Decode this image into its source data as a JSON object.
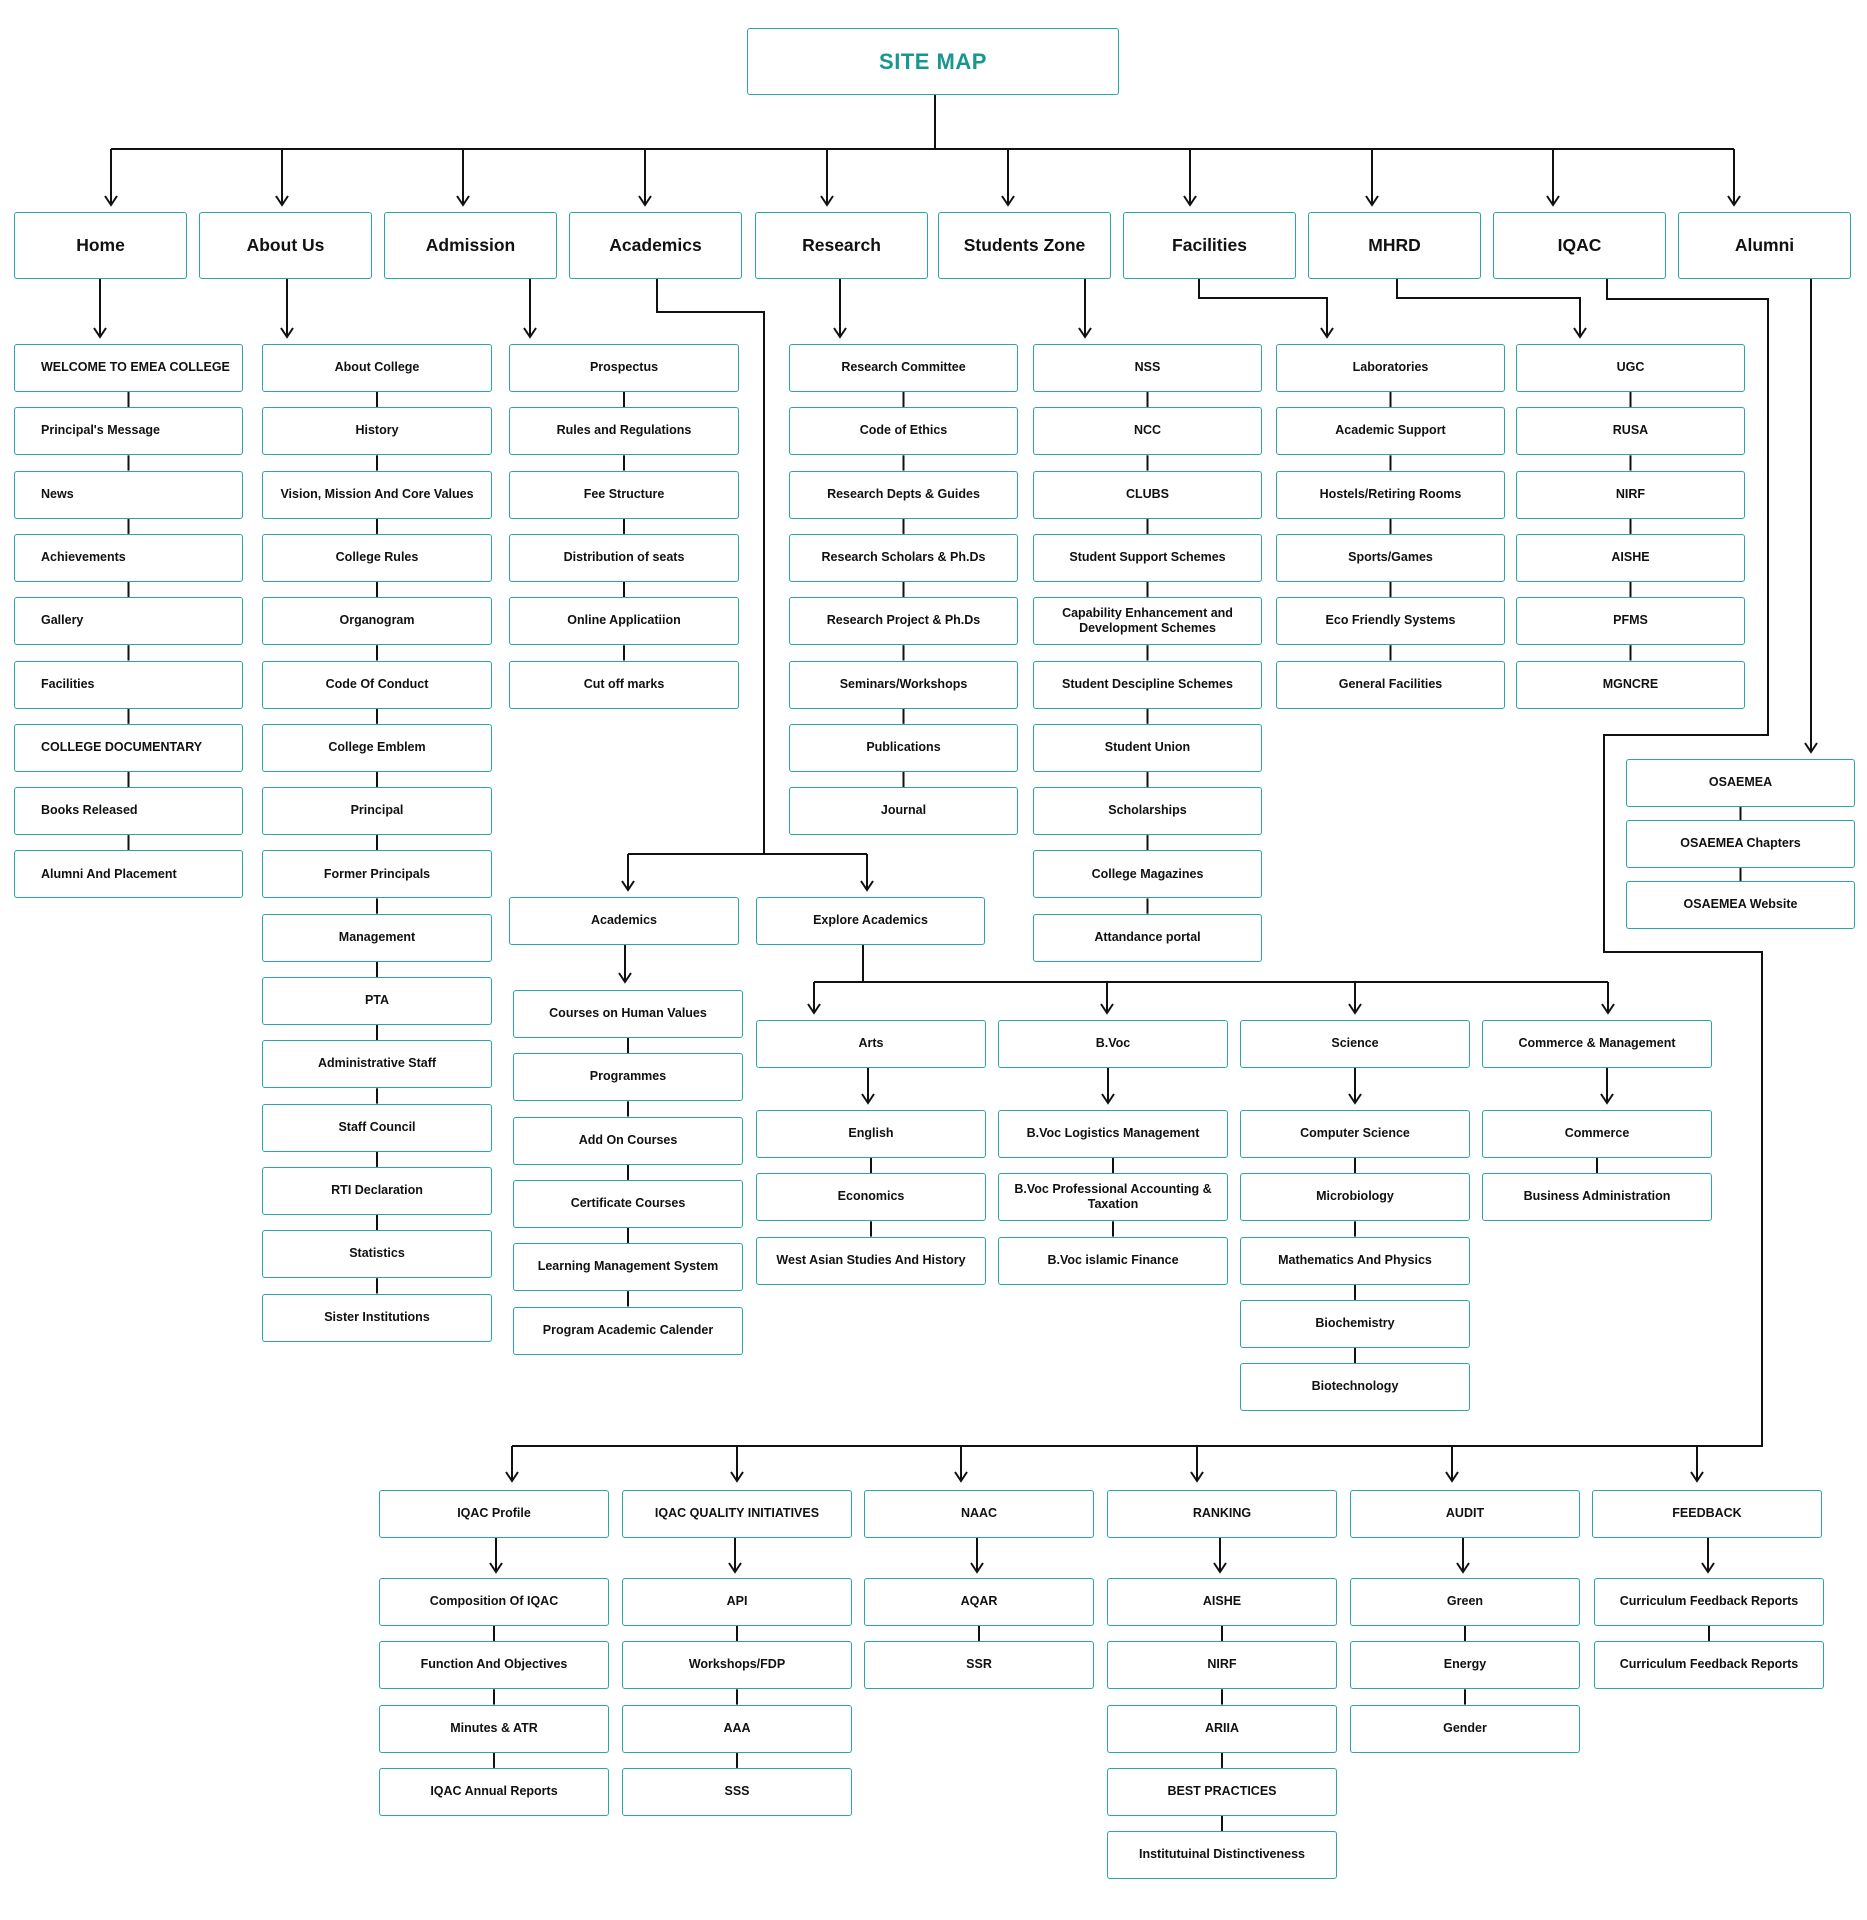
{
  "colors": {
    "box_border": "#2aa7a0",
    "title_text": "#17978f",
    "wire": "#111111",
    "text": "#111111"
  },
  "title": "SITE MAP",
  "top_level": [
    "Home",
    "About Us",
    "Admission",
    "Academics",
    "Research",
    "Students Zone",
    "Facilities",
    "MHRD",
    "IQAC",
    "Alumni"
  ],
  "home": [
    "WELCOME TO EMEA COLLEGE",
    "Principal's Message",
    "News",
    "Achievements",
    "Gallery",
    "Facilities",
    "COLLEGE DOCUMENTARY",
    "Books Released",
    "Alumni And Placement"
  ],
  "about_us": [
    "About College",
    "History",
    "Vision, Mission And Core Values",
    "College Rules",
    "Organogram",
    "Code Of Conduct",
    "College Emblem",
    "Principal",
    "Former Principals",
    "Management",
    "PTA",
    "Administrative Staff",
    "Staff Council",
    "RTI Declaration",
    "Statistics",
    "Sister Institutions"
  ],
  "admission": [
    "Prospectus",
    "Rules and Regulations",
    "Fee Structure",
    "Distribution of seats",
    "Online Applicatiion",
    "Cut off marks"
  ],
  "research": [
    "Research Committee",
    "Code of Ethics",
    "Research Depts & Guides",
    "Research Scholars & Ph.Ds",
    "Research Project & Ph.Ds",
    "Seminars/Workshops",
    "Publications",
    "Journal"
  ],
  "students_zone": [
    "NSS",
    "NCC",
    "CLUBS",
    "Student Support Schemes",
    "Capability Enhancement and Development Schemes",
    "Student Descipline Schemes",
    "Student Union",
    "Scholarships",
    "College Magazines",
    "Attandance portal"
  ],
  "facilities": [
    "Laboratories",
    "Academic Support",
    "Hostels/Retiring Rooms",
    "Sports/Games",
    "Eco Friendly Systems",
    "General Facilities"
  ],
  "mhrd": [
    "UGC",
    "RUSA",
    "NIRF",
    "AISHE",
    "PFMS",
    "MGNCRE"
  ],
  "alumni": [
    "OSAEMEA",
    "OSAEMEA Chapters",
    "OSAEMEA Website"
  ],
  "academics_split": [
    "Academics",
    "Explore Academics"
  ],
  "academics_sub": [
    "Courses on Human Values",
    "Programmes",
    "Add On Courses",
    "Certificate Courses",
    "Learning Management System",
    "Program Academic Calender"
  ],
  "explore_heads": [
    "Arts",
    "B.Voc",
    "Science",
    "Commerce & Management"
  ],
  "arts": [
    "English",
    "Economics",
    "West Asian Studies And History"
  ],
  "bvoc": [
    "B.Voc Logistics Management",
    "B.Voc Professional Accounting & Taxation",
    "B.Voc islamic Finance"
  ],
  "science": [
    "Computer Science",
    "Microbiology",
    "Mathematics And Physics",
    "Biochemistry",
    "Biotechnology"
  ],
  "commerce": [
    "Commerce",
    "Business Administration"
  ],
  "iqac_heads": [
    "IQAC Profile",
    "IQAC QUALITY INITIATIVES",
    "NAAC",
    "RANKING",
    "AUDIT",
    "FEEDBACK"
  ],
  "iqac_profile": [
    "Composition Of IQAC",
    "Function And Objectives",
    "Minutes & ATR",
    "IQAC Annual Reports"
  ],
  "iqac_quality": [
    "API",
    "Workshops/FDP",
    "AAA",
    "SSS"
  ],
  "naac": [
    "AQAR",
    "SSR"
  ],
  "ranking": [
    "AISHE",
    "NIRF",
    "ARIIA",
    "BEST PRACTICES",
    "Institutuinal Distinctiveness"
  ],
  "audit": [
    "Green",
    "Energy",
    "Gender"
  ],
  "feedback": [
    "Curriculum Feedback Reports",
    "Curriculum Feedback Reports"
  ]
}
